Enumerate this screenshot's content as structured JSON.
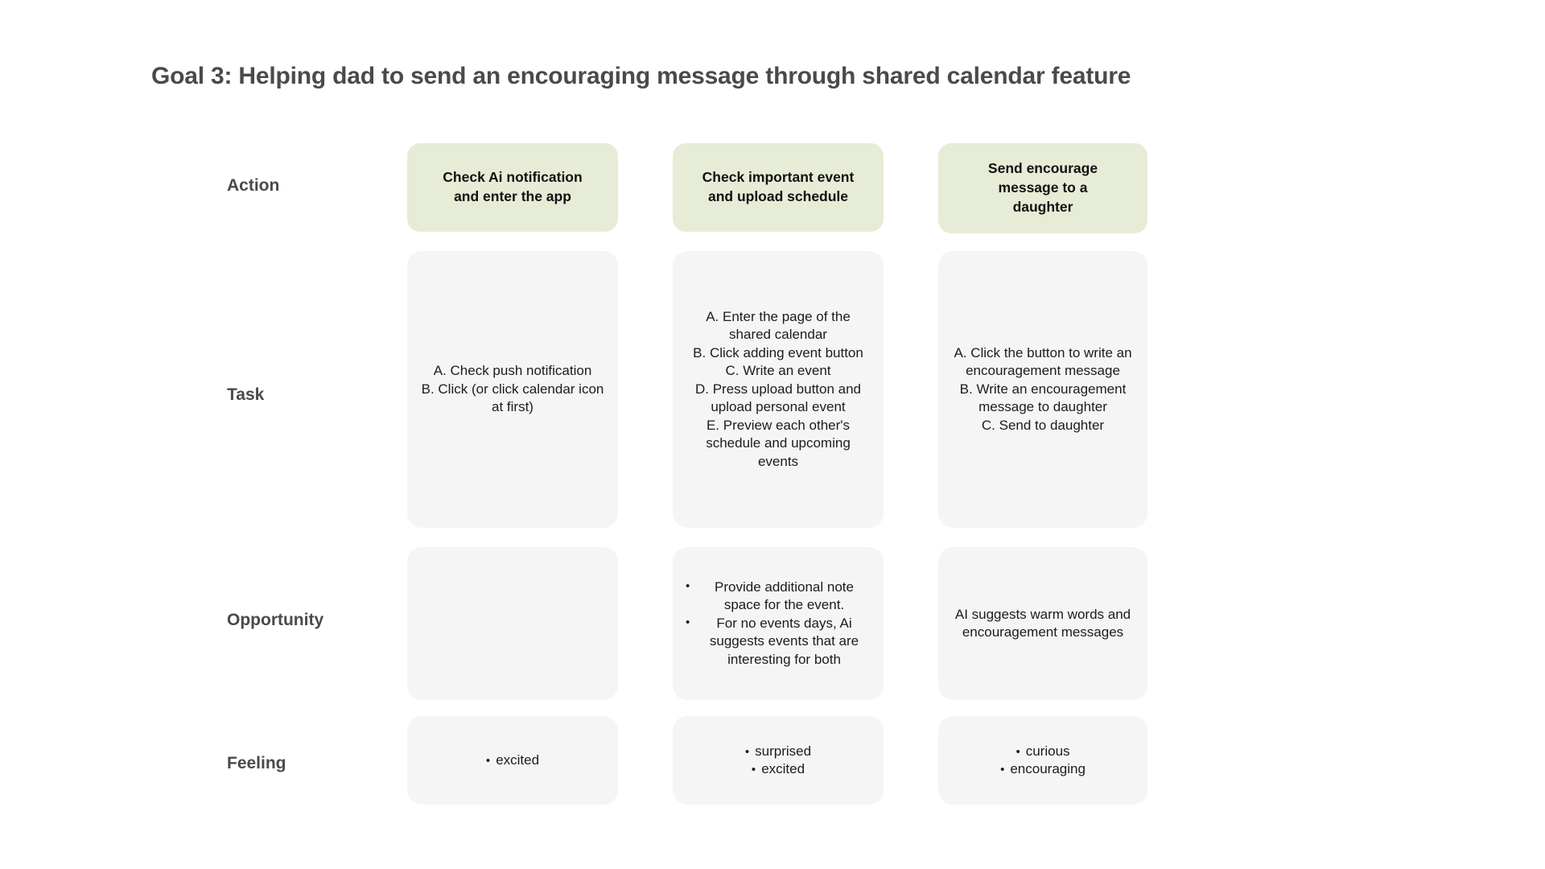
{
  "title": "Goal 3:  Helping dad to send an encouraging message through shared calendar feature",
  "colors": {
    "action_card_bg": "#e7ecd6",
    "plain_card_bg": "#f5f5f5",
    "title_text": "#4a4a48",
    "body_text": "#1c1c1c",
    "page_bg": "#ffffff"
  },
  "row_labels": {
    "action": "Action",
    "task": "Task",
    "opportunity": "Opportunity",
    "feeling": "Feeling"
  },
  "columns": [
    {
      "action": [
        "Check Ai notification",
        "and enter the app"
      ],
      "task": [
        "A. Check push notification",
        "B. Click (or click calendar icon",
        "at first)"
      ],
      "opportunity": [],
      "feeling": [
        "excited"
      ]
    },
    {
      "action": [
        "Check important event",
        "and upload schedule"
      ],
      "task": [
        "A. Enter the page of the",
        "shared calendar",
        "B. Click adding event button",
        "C. Write an event",
        "D. Press upload button and",
        "upload personal event",
        "E. Preview each other's",
        "schedule and upcoming",
        "events"
      ],
      "opportunity": [
        "Provide additional note space for the event.",
        "For no events days, Ai suggests events that are interesting for both"
      ],
      "feeling": [
        "surprised",
        "excited"
      ]
    },
    {
      "action": [
        "Send encourage",
        "message to a",
        "daughter"
      ],
      "task": [
        "A. Click the button to write an",
        "encouragement message",
        "B. Write an encouragement",
        "message to daughter",
        "C. Send to daughter"
      ],
      "opportunity_plain": [
        "AI suggests warm words and",
        "encouragement messages"
      ],
      "feeling": [
        "curious",
        "encouraging"
      ]
    }
  ]
}
